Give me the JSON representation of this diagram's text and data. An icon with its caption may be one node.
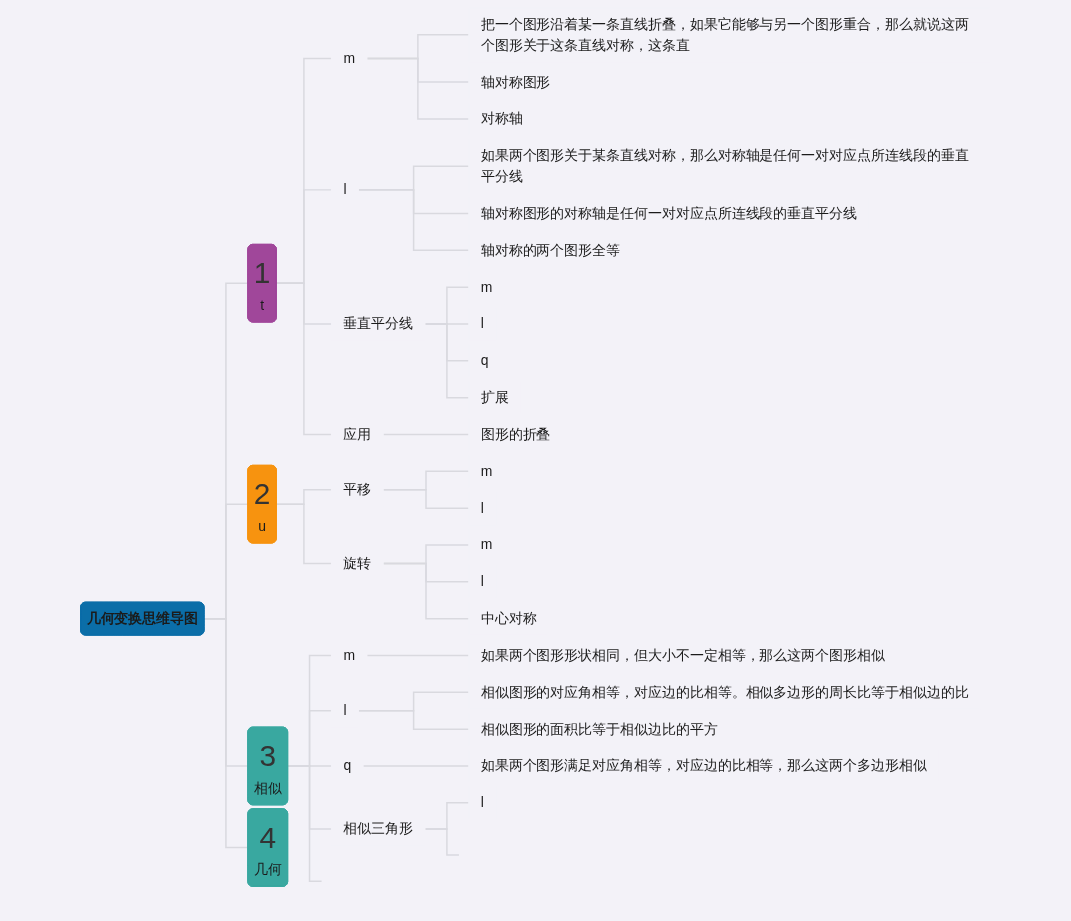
{
  "diagram": {
    "nodes": [
      {
        "text": [
          "几何变换思维导图"
        ]
      },
      {
        "text": [
          "1",
          "t"
        ]
      },
      {
        "text": [
          "m"
        ]
      },
      {
        "text": [
          "把一个图形沿着某一条直线折叠，如果它能够与另一个图形重合，那么就说这两个图形关于这条直线对称，这条直"
        ]
      },
      {
        "text": [
          "轴对称图形"
        ]
      },
      {
        "text": [
          "对称轴"
        ]
      },
      {
        "text": [
          "l"
        ]
      },
      {
        "text": [
          "如果两个图形关于某条直线对称，那么对称轴是任何一对对应点所连线段的垂直平分线"
        ]
      },
      {
        "text": [
          "轴对称图形的对称轴是任何一对对应点所连线段的垂直平分线"
        ]
      },
      {
        "text": [
          "轴对称的两个图形全等"
        ]
      },
      {
        "text": [
          "垂直平分线"
        ]
      },
      {
        "text": [
          "m"
        ]
      },
      {
        "text": [
          "l"
        ]
      },
      {
        "text": [
          "q"
        ]
      },
      {
        "text": [
          "扩展"
        ]
      },
      {
        "text": [
          "应用"
        ]
      },
      {
        "text": [
          "图形的折叠"
        ]
      },
      {
        "text": [
          "2",
          "u"
        ]
      },
      {
        "text": [
          "平移"
        ]
      },
      {
        "text": [
          "m"
        ]
      },
      {
        "text": [
          "l"
        ]
      },
      {
        "text": [
          "旋转"
        ]
      },
      {
        "text": [
          "m"
        ]
      },
      {
        "text": [
          "l"
        ]
      },
      {
        "text": [
          "中心对称"
        ]
      },
      {
        "text": [
          "3",
          "相似"
        ]
      },
      {
        "text": [
          "m"
        ]
      },
      {
        "text": [
          "如果两个图形形状相同，但大小不一定相等，那么这两个图形相似"
        ]
      },
      {
        "text": [
          "l"
        ]
      },
      {
        "text": [
          "相似图形的对应角相等，对应边的比相等。相似多边形的周长比等于相似边的比"
        ]
      },
      {
        "text": [
          "相似图形的面积比等于相似边比的平方"
        ]
      },
      {
        "text": [
          "q"
        ]
      },
      {
        "text": [
          "如果两个图形满足对应角相等，对应边的比相等，那么这两个多边形相似"
        ]
      },
      {
        "text": [
          "相似三角形"
        ]
      },
      {
        "text": [
          "l"
        ]
      },
      {
        "text": [
          "4",
          "几何"
        ]
      }
    ],
    "edges": [
      {
        "from": 0,
        "to": 1,
        "arrow": "none"
      },
      {
        "from": 1,
        "to": 2,
        "arrow": "none"
      },
      {
        "from": 2,
        "to": 3,
        "arrow": "none"
      },
      {
        "from": 2,
        "to": 4,
        "arrow": "none"
      },
      {
        "from": 2,
        "to": 5,
        "arrow": "none"
      },
      {
        "from": 1,
        "to": 6,
        "arrow": "none"
      },
      {
        "from": 6,
        "to": 7,
        "arrow": "none"
      },
      {
        "from": 6,
        "to": 8,
        "arrow": "none"
      },
      {
        "from": 6,
        "to": 9,
        "arrow": "none"
      },
      {
        "from": 1,
        "to": 10,
        "arrow": "none"
      },
      {
        "from": 10,
        "to": 11,
        "arrow": "none"
      },
      {
        "from": 10,
        "to": 12,
        "arrow": "none"
      },
      {
        "from": 10,
        "to": 13,
        "arrow": "none"
      },
      {
        "from": 10,
        "to": 14,
        "arrow": "none"
      },
      {
        "from": 1,
        "to": 15,
        "arrow": "none"
      },
      {
        "from": 15,
        "to": 16,
        "arrow": "none"
      },
      {
        "from": 0,
        "to": 17,
        "arrow": "none"
      },
      {
        "from": 17,
        "to": 18,
        "arrow": "none"
      },
      {
        "from": 18,
        "to": 19,
        "arrow": "none"
      },
      {
        "from": 18,
        "to": 20,
        "arrow": "none"
      },
      {
        "from": 17,
        "to": 21,
        "arrow": "none"
      },
      {
        "from": 21,
        "to": 22,
        "arrow": "none"
      },
      {
        "from": 21,
        "to": 23,
        "arrow": "none"
      },
      {
        "from": 21,
        "to": 24,
        "arrow": "none"
      },
      {
        "from": 0,
        "to": 25,
        "arrow": "none"
      },
      {
        "from": 25,
        "to": 26,
        "arrow": "none"
      },
      {
        "from": 26,
        "to": 27,
        "arrow": "none"
      },
      {
        "from": 25,
        "to": 28,
        "arrow": "none"
      },
      {
        "from": 28,
        "to": 29,
        "arrow": "none"
      },
      {
        "from": 28,
        "to": 30,
        "arrow": "none"
      },
      {
        "from": 25,
        "to": 31,
        "arrow": "none"
      },
      {
        "from": 31,
        "to": 32,
        "arrow": "none"
      },
      {
        "from": 25,
        "to": 33,
        "arrow": "none"
      },
      {
        "from": 33,
        "to": 34,
        "arrow": "none"
      },
      {
        "from": 33,
        "to": null,
        "arrow": "none"
      },
      {
        "from": 25,
        "to": null,
        "arrow": "none"
      },
      {
        "from": 0,
        "to": 35,
        "arrow": "none"
      }
    ]
  }
}
